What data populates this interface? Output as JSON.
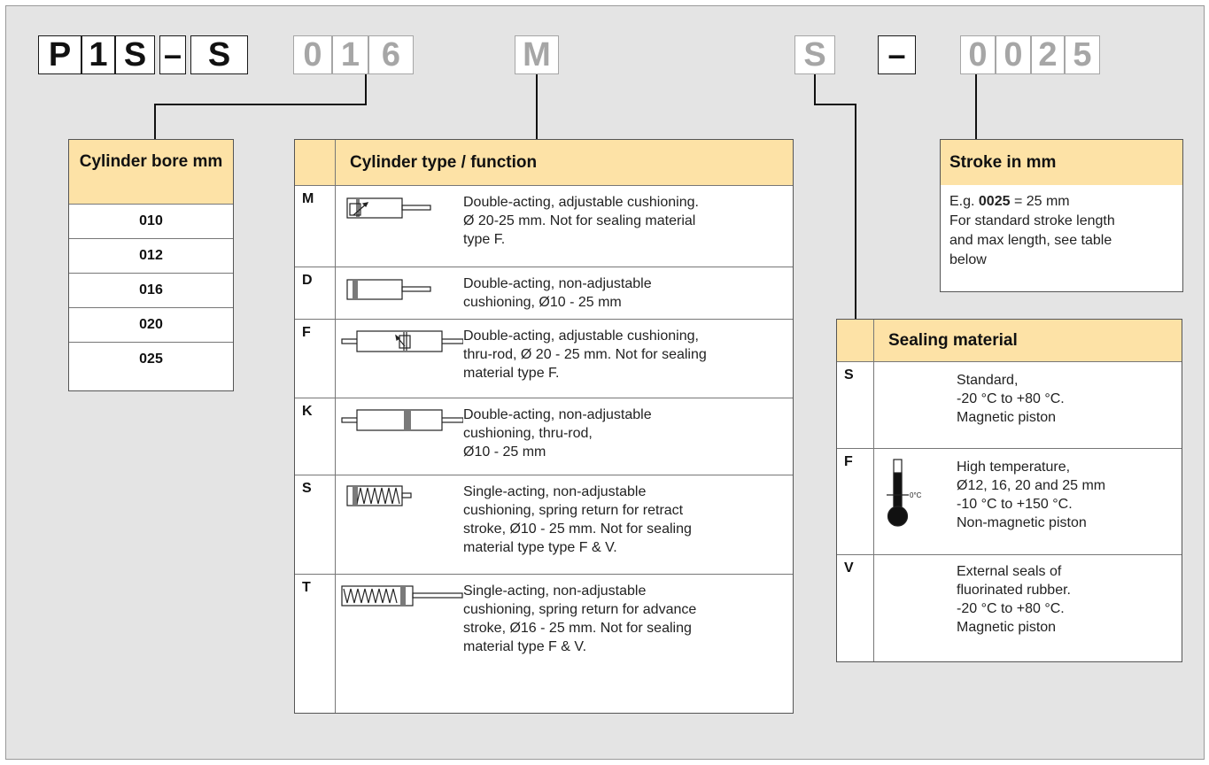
{
  "code": {
    "cells": [
      "P",
      "1",
      "S",
      "–",
      "S",
      "0",
      "1",
      "6",
      "M",
      "S",
      "–",
      "0",
      "0",
      "2",
      "5"
    ]
  },
  "bore": {
    "title": "Cylinder bore mm",
    "values": [
      "010",
      "012",
      "016",
      "020",
      "025"
    ]
  },
  "type": {
    "title": "Cylinder type / function",
    "rows": [
      {
        "letter": "M",
        "icon": "cylinder-double-acting-adjustable-icon",
        "lines": [
          "Double-acting, adjustable cushioning.",
          "Ø 20-25 mm. Not for sealing material",
          "type F."
        ]
      },
      {
        "letter": "D",
        "icon": "cylinder-double-acting-icon",
        "lines": [
          "Double-acting, non-adjustable",
          "cushioning, Ø10 - 25 mm"
        ]
      },
      {
        "letter": "F",
        "icon": "cylinder-thru-rod-adjustable-icon",
        "lines": [
          "Double-acting, adjustable cushioning,",
          "thru-rod, Ø 20 - 25 mm. Not for sealing",
          "material type F."
        ]
      },
      {
        "letter": "K",
        "icon": "cylinder-thru-rod-icon",
        "lines": [
          "Double-acting, non-adjustable",
          "cushioning, thru-rod,",
          "Ø10 - 25 mm"
        ]
      },
      {
        "letter": "S",
        "icon": "cylinder-spring-return-icon",
        "lines": [
          "Single-acting, non-adjustable",
          "cushioning, spring return for retract",
          "stroke, Ø10 - 25 mm. Not for sealing",
          "material type type F & V."
        ]
      },
      {
        "letter": "T",
        "icon": "cylinder-spring-advance-icon",
        "lines": [
          "Single-acting, non-adjustable",
          "cushioning, spring return for advance",
          "stroke, Ø16 - 25 mm. Not for sealing",
          "material type F & V."
        ]
      }
    ]
  },
  "stroke": {
    "title": "Stroke in mm",
    "example_prefix": "E.g. ",
    "example_bold": "0025",
    "example_suffix": " = 25 mm",
    "lines": [
      "For standard stroke length",
      "and max length, see table",
      "below"
    ]
  },
  "seal": {
    "title": "Sealing material",
    "rows": [
      {
        "letter": "S",
        "lines": [
          "Standard,",
          "-20 °C to +80 °C.",
          "Magnetic piston"
        ]
      },
      {
        "letter": "F",
        "icon": "thermometer-icon",
        "icon_label": "0°C",
        "lines": [
          "High temperature,",
          "Ø12, 16, 20 and 25 mm",
          "-10 °C to +150 °C.",
          "Non-magnetic piston"
        ]
      },
      {
        "letter": "V",
        "lines": [
          "External seals of",
          "fluorinated rubber.",
          "-20 °C to +80 °C.",
          "Magnetic piston"
        ]
      }
    ]
  },
  "colors": {
    "header": "#fde2a6",
    "panel": "#e4e4e4",
    "grey_code": "#a6a6a6"
  }
}
